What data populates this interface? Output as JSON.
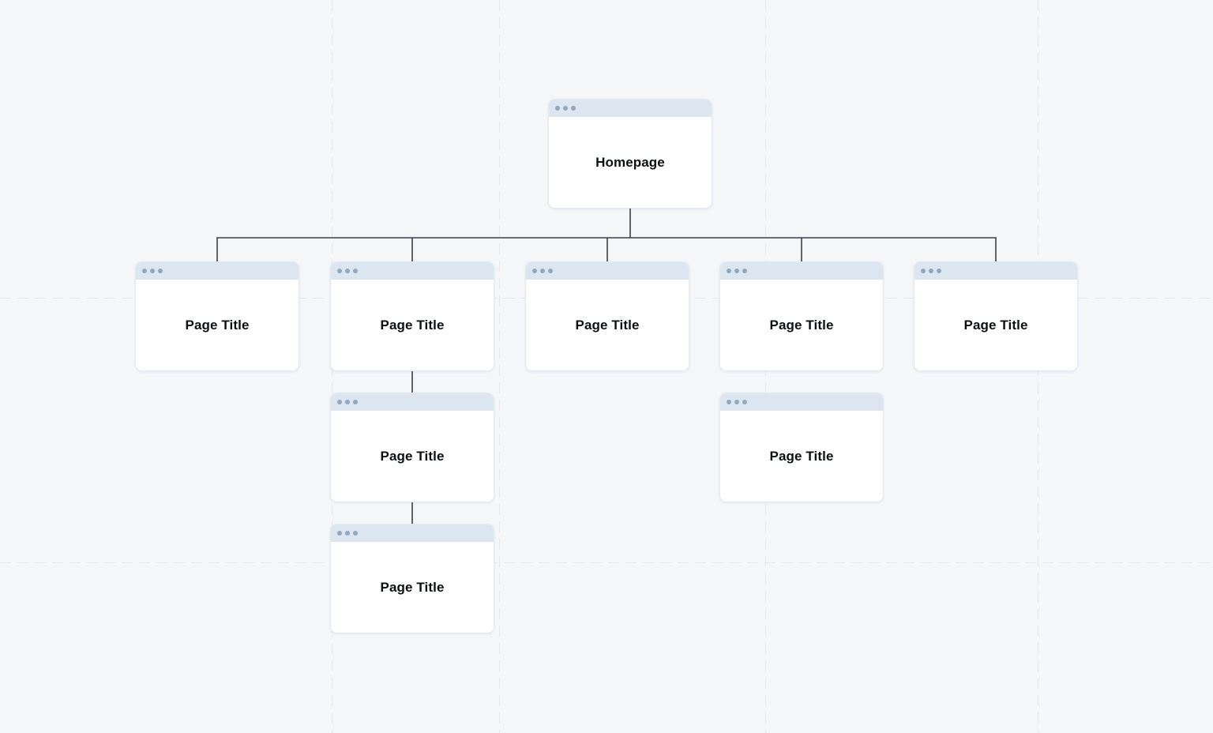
{
  "diagram": {
    "type": "sitemap",
    "nodes": [
      {
        "id": "homepage",
        "label": "Homepage"
      },
      {
        "id": "page-1",
        "label": "Page Title"
      },
      {
        "id": "page-2",
        "label": "Page Title"
      },
      {
        "id": "page-3",
        "label": "Page Title"
      },
      {
        "id": "page-4",
        "label": "Page Title"
      },
      {
        "id": "page-5",
        "label": "Page Title"
      },
      {
        "id": "page-2-child",
        "label": "Page Title"
      },
      {
        "id": "page-4-child",
        "label": "Page Title"
      },
      {
        "id": "page-2-grandchild",
        "label": "Page Title"
      }
    ],
    "edges": [
      [
        "homepage",
        "page-1"
      ],
      [
        "homepage",
        "page-2"
      ],
      [
        "homepage",
        "page-3"
      ],
      [
        "homepage",
        "page-4"
      ],
      [
        "homepage",
        "page-5"
      ],
      [
        "page-2",
        "page-2-child"
      ],
      [
        "page-2-child",
        "page-2-grandchild"
      ]
    ],
    "icons": {
      "window_controls": "three-dots"
    }
  },
  "colors": {
    "background": "#f4f6f8",
    "card_background": "#ffffff",
    "card_border": "#e2eaf2",
    "card_header_background": "#dbe6f1",
    "window_dot": "#93a8bc",
    "connector": "#3a3f46",
    "grid_line": "#e4e8ec",
    "label_text": "#0d0f12"
  }
}
